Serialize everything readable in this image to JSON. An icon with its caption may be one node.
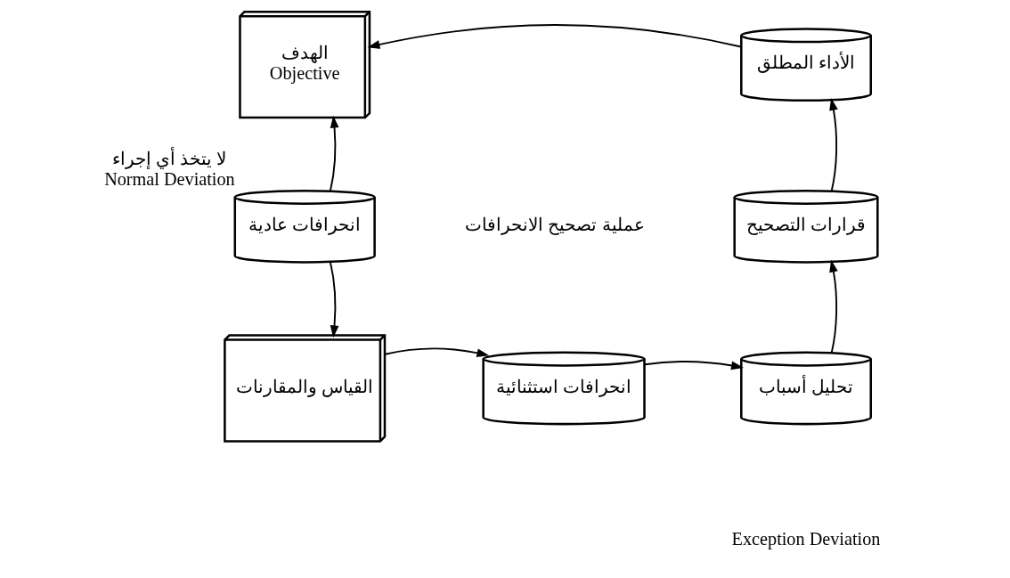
{
  "diagram": {
    "nodes": [
      {
        "text": [
          "الهدف",
          "Objective"
        ]
      },
      {
        "text": [
          "الأداء المطلق"
        ]
      },
      {
        "text": [
          "انحرافات عادية"
        ],
        "beside": [
          "لا يتخذ أي إجراء",
          "Normal Deviation"
        ]
      },
      {
        "text": [
          "القياس والمقارنات"
        ]
      },
      {
        "text": [
          "انحرافات استثنائية"
        ]
      },
      {
        "text": [
          "تحليل أسباب"
        ]
      },
      {
        "text": [
          "قرارات التصحيح"
        ]
      }
    ],
    "edges": [
      {
        "from": 2,
        "to": 0,
        "arrow": "to"
      },
      {
        "from": 1,
        "to": 0,
        "arrow": "to"
      },
      {
        "from": 6,
        "to": 1,
        "arrow": "to"
      },
      {
        "from": 5,
        "to": 6,
        "arrow": "to"
      },
      {
        "from": 4,
        "to": 5,
        "arrow": "to"
      },
      {
        "from": 3,
        "to": 4,
        "arrow": "to"
      },
      {
        "from": 2,
        "to": 3,
        "arrow": "to"
      }
    ],
    "labels": [
      "عملية تصحيح الانحرافات",
      "Exception Deviation"
    ]
  }
}
